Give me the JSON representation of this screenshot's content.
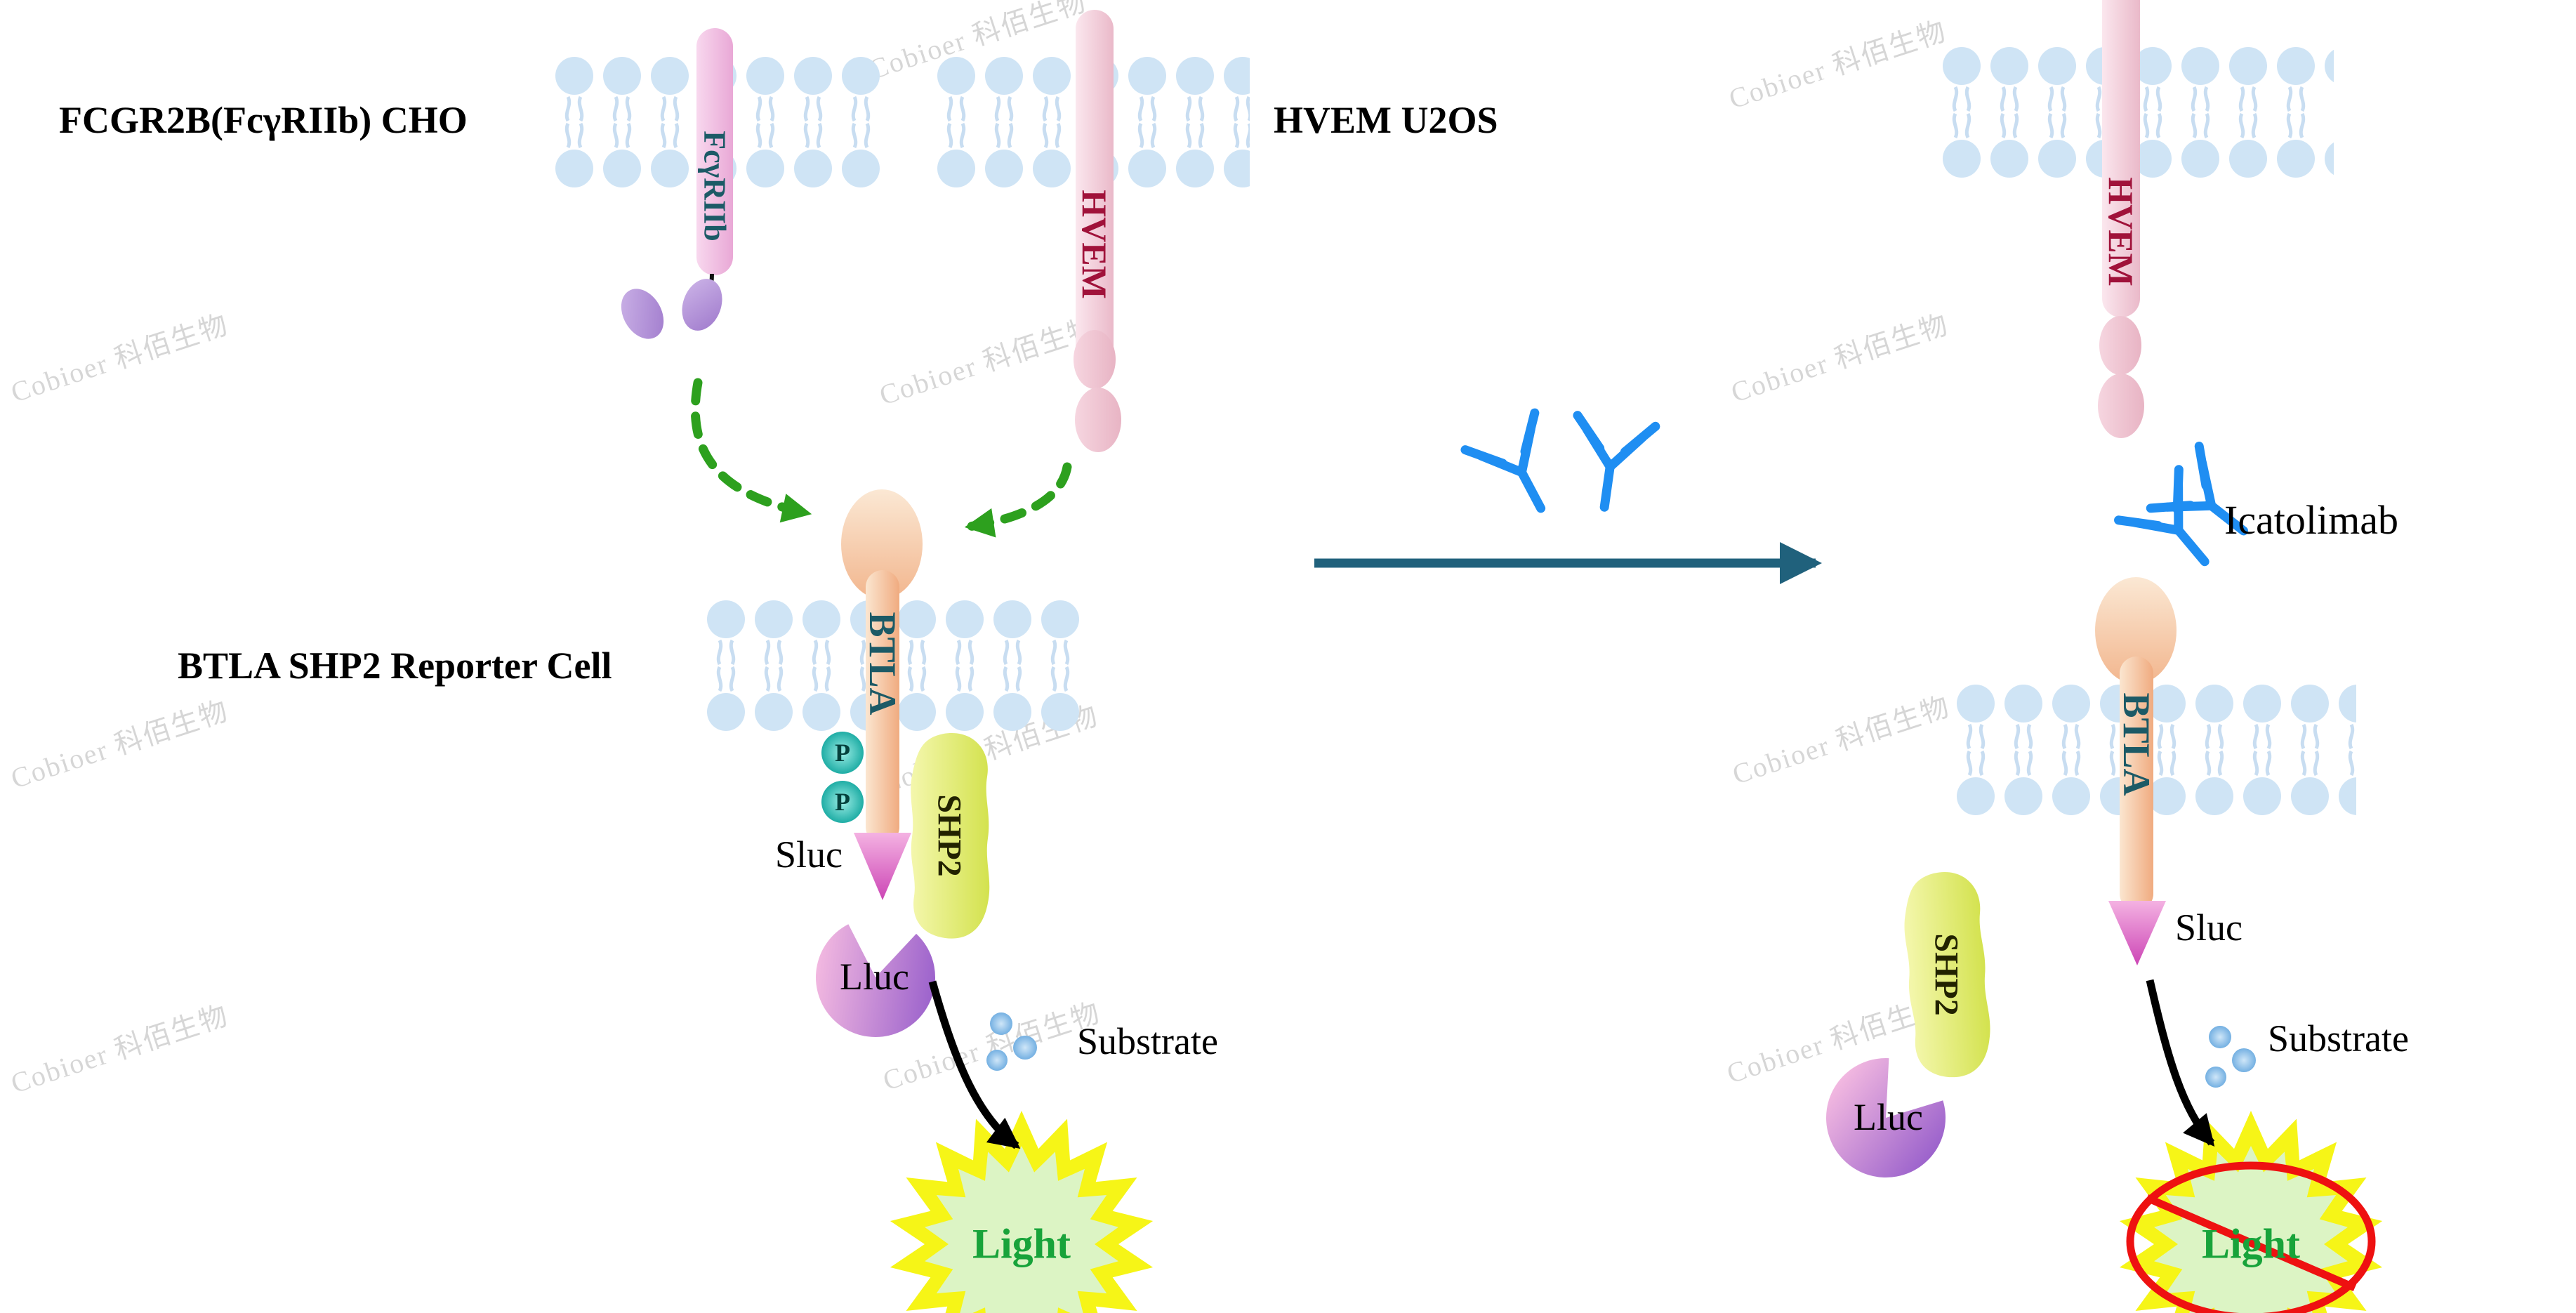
{
  "watermark": {
    "text": "Cobioer 科佰生物"
  },
  "left_panel": {
    "cell_labels": {
      "effector": "FCGR2B(FcγRIIb) CHO",
      "ligand": "HVEM U2OS",
      "reporter": "BTLA SHP2 Reporter Cell"
    },
    "molecules": {
      "fcgr2b": "FcγRIIb",
      "hvem": "HVEM",
      "btla": "BTLA",
      "shp2": "SHP2",
      "phospho": "P",
      "sluc": "Sluc",
      "lluc": "Lluc",
      "substrate": "Substrate",
      "light": "Light"
    }
  },
  "right_panel": {
    "antibody": "Icatolimab",
    "molecules": {
      "hvem": "HVEM",
      "btla": "BTLA",
      "shp2": "SHP2",
      "sluc": "Sluc",
      "lluc": "Lluc",
      "substrate": "Substrate",
      "light": "Light"
    }
  },
  "colors": {
    "membrane": "#cfe4f5",
    "hvem_text": "#a0123a",
    "btla_text": "#1c5a66",
    "antibody_blue": "#1f8ef2",
    "arrow_green": "#2da01e",
    "arrow_teal": "#20617c",
    "prohibition_red": "#ee1111",
    "light_green": "#18a33a",
    "star_yellow": "#f6f517",
    "shp2_fill": "#d9e45c",
    "sluc_pink": "#cc45b5",
    "lluc_purple": "#9c63cc"
  }
}
